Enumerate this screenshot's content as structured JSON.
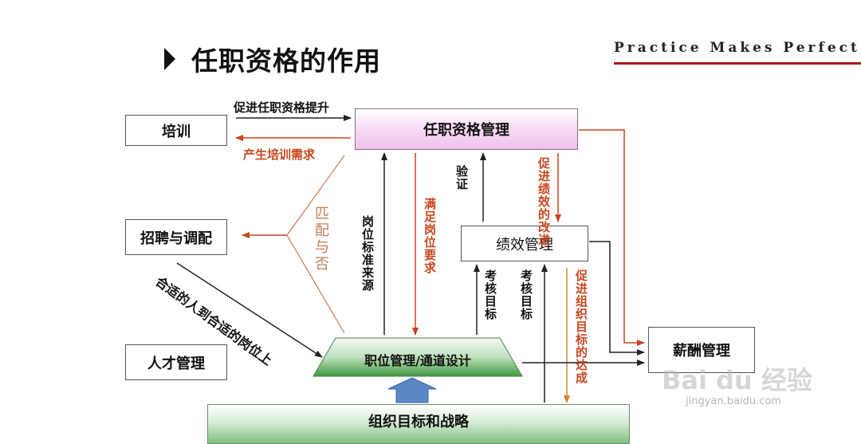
{
  "header": {
    "title": "任职资格的作用",
    "slogan": "Practice Makes Perfect"
  },
  "nodes": {
    "training": "培训",
    "recruit": "招聘与调配",
    "talent": "人才管理",
    "qualification": "任职资格管理",
    "performance": "绩效管理",
    "salary": "薪酬管理",
    "position": "职位管理/通道设计",
    "strategy": "组织目标和战略"
  },
  "edges": {
    "promote_qual": "促进任职资格提升",
    "training_need": "产生培训需求",
    "match": "匹配与否",
    "right_person": "合适的人到合适的岗位上",
    "post_source": "岗位标准来源",
    "meet_post": "满足岗位要求",
    "verify": "验证",
    "improve_perf": "促进绩效的改进",
    "appraisal1": "考核目标",
    "appraisal2": "考核目标",
    "promote_org": "促进组织目标的达成"
  },
  "colors": {
    "red": "#c8461e",
    "dark": "#222222",
    "accent_line": "#b0141a",
    "pink_box": "#f5d4f1",
    "green_fill": "#3f9a3f",
    "blue_arrow": "#5b87c5"
  },
  "watermark": {
    "main": "Bai du 经验",
    "sub": "jingyan.baidu.com"
  }
}
